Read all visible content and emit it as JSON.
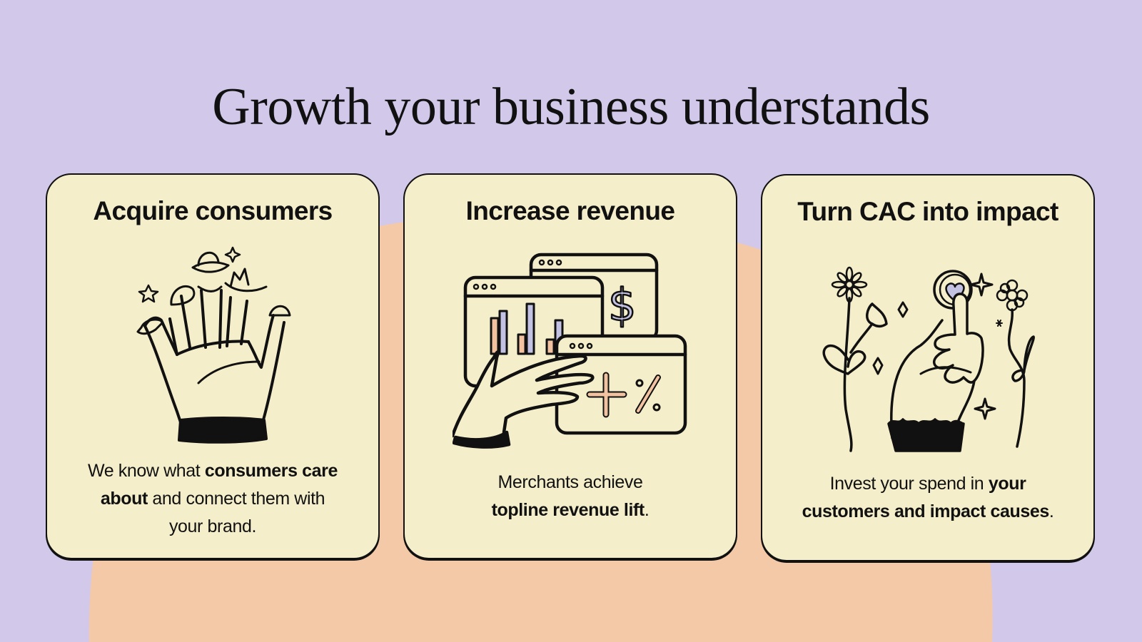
{
  "colors": {
    "background": "#d2c8ea",
    "blob": "#f4c9a8",
    "card_fill": "#f4eecb",
    "card_border": "#111111",
    "accent_lavender": "#c4c2e2",
    "accent_peach": "#f3c2a0"
  },
  "page": {
    "title": "Growth your business understands"
  },
  "cards": [
    {
      "title": "Acquire consumers",
      "illustration": "hand-with-finger-hats-icon",
      "description": {
        "line1_regular": "We know what ",
        "line1_bold": "consumers care",
        "line2_bold": "about",
        "line2_regular": " and connect them with",
        "line3_regular": "your brand."
      }
    },
    {
      "title": "Increase revenue",
      "illustration": "hand-with-revenue-windows-icon",
      "description": {
        "line1_regular": "Merchants achieve",
        "line2_bold": "topline revenue lift",
        "line2_regular": "."
      }
    },
    {
      "title": "Turn CAC into impact",
      "illustration": "hand-with-heart-coin-and-flowers-icon",
      "description": {
        "line1_regular": "Invest your spend in ",
        "line1_bold": "your",
        "line2_bold": "customers and impact causes",
        "line2_regular": "."
      }
    }
  ]
}
